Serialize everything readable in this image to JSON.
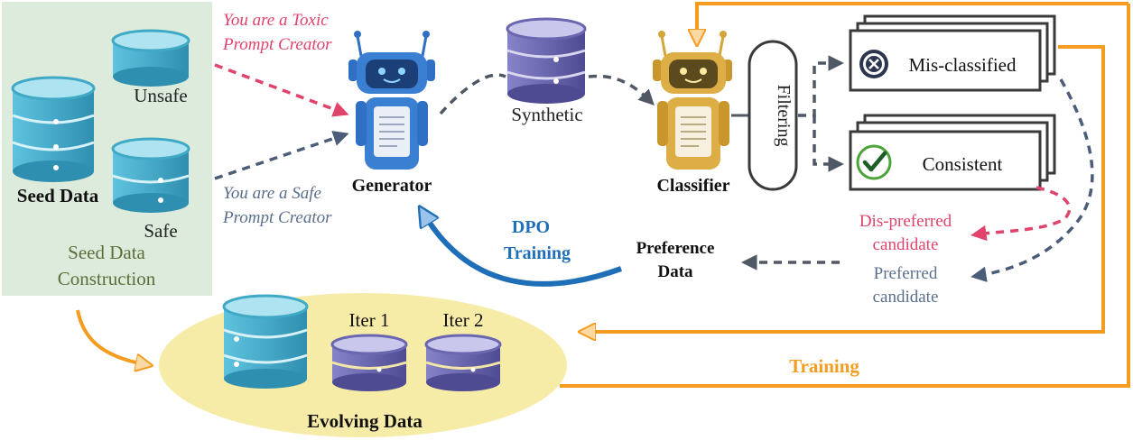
{
  "seed": {
    "unsafe_label": "Unsafe",
    "safe_label": "Safe",
    "seed_data_label": "Seed Data",
    "construction_line1": "Seed Data",
    "construction_line2": "Construction"
  },
  "prompts": {
    "toxic_line1": "You are a Toxic",
    "toxic_line2": "Prompt Creator",
    "safe_line1": "You are a Safe",
    "safe_line2": "Prompt Creator"
  },
  "generator_label": "Generator",
  "synthetic_label": "Synthetic",
  "classifier_label": "Classifier",
  "filtering_label": "Filtering",
  "misclassified_label": "Mis-classified",
  "consistent_label": "Consistent",
  "dispreferred_line1": "Dis-preferred",
  "dispreferred_line2": "candidate",
  "preferred_line1": "Preferred",
  "preferred_line2": "candidate",
  "preference_line1": "Preference",
  "preference_line2": "Data",
  "dpo_line1": "DPO",
  "dpo_line2": "Training",
  "training_label": "Training",
  "iter1_label": "Iter 1",
  "iter2_label": "Iter 2",
  "evolving_label": "Evolving Data",
  "colors": {
    "toxic_pink": "#e0436b",
    "safe_slate": "#5a6f8c",
    "orange": "#f39c1f",
    "dpo_blue": "#1f6fb8",
    "seed_bg": "#dcebdc",
    "evolving_bg": "#f7eba8",
    "cyl_teal": "#3fa9c6",
    "cyl_purple": "#6a66b0",
    "robot_blue": "#2f6fc4",
    "robot_gold": "#d4a63a",
    "check_green": "#4aa43a",
    "x_navy": "#2c3550"
  }
}
